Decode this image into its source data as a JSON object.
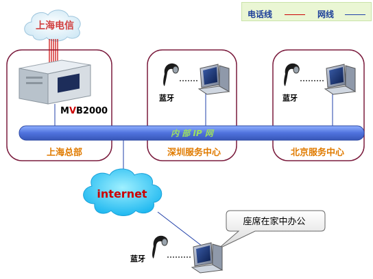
{
  "legend": {
    "phone_line": "电话线",
    "network_line": "网线"
  },
  "cloud_top": {
    "label": "上海电信"
  },
  "device": {
    "label_m": "M",
    "label_v": "V",
    "label_rest": "B2000"
  },
  "bus": {
    "label": "内 部 IP 网"
  },
  "sites": {
    "hq": "上海总部",
    "shenzhen": "深圳服务中心",
    "beijing": "北京服务中心"
  },
  "bluetooth_labels": [
    "蓝牙",
    "蓝牙",
    "蓝牙"
  ],
  "internet": {
    "label": "internet"
  },
  "callout": {
    "label": "座席在家中办公"
  },
  "colors": {
    "frame_border": "#7a1a3c",
    "site_label": "#e07b00",
    "bus_fill": "#5b7fe0",
    "bus_label": "#9ee060",
    "cloud_fill": "#33ccff",
    "internet_text": "#cc0000",
    "cloud_top_text": "#d04040",
    "phone_line": "#cc0000",
    "network_line": "#1f3fa8"
  }
}
